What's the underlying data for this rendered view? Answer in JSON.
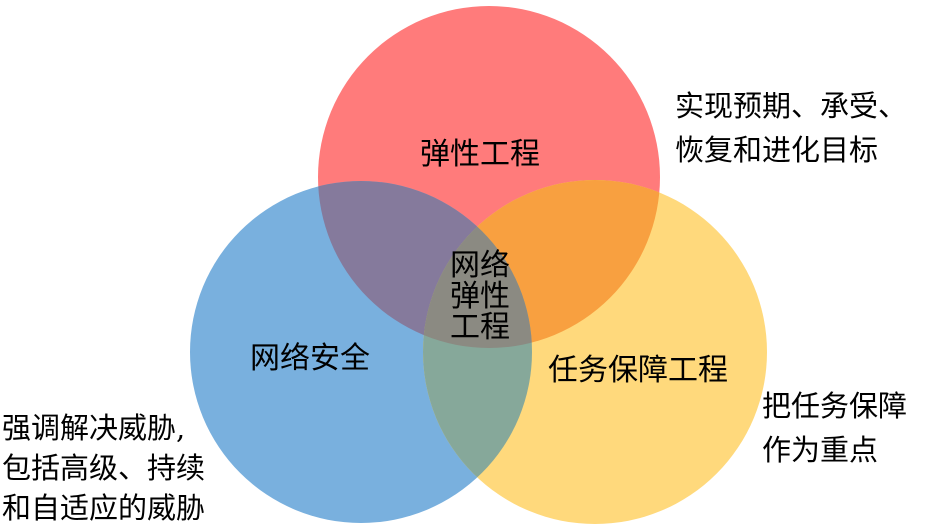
{
  "colors": {
    "resilience": "#ff7b7b",
    "security": "#79b0de",
    "mission": "#ffd97c",
    "resilience_security": "#857a9c",
    "resilience_mission": "#f8a040",
    "security_mission": "#86a89a",
    "center": "#8b8a82"
  },
  "circles": {
    "resilience": "弹性工程",
    "security": "网络安全",
    "mission": "任务保障工程",
    "center": [
      "网络",
      "弹性",
      "工程"
    ]
  },
  "notes": {
    "resilience": [
      "实现预期、承受、",
      "恢复和进化目标"
    ],
    "mission": [
      "把任务保障",
      "作为重点"
    ],
    "security": [
      "强调解决威胁,",
      "包括高级、持续",
      "和自适应的威胁"
    ]
  }
}
